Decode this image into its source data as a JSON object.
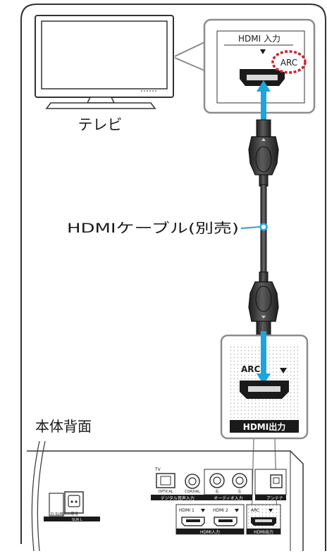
{
  "labels": {
    "tv": "テレビ",
    "cable": "HDMIケーブル(別売)",
    "unit_rear": "本体背面",
    "tv_hdmi_input": "HDMI 入力",
    "arc": "ARC",
    "hdmi_output": "HDMI出力"
  },
  "rear_panel": {
    "tv_mark": "TV",
    "optical": "OPTICAL",
    "coaxial": "COAXIAL",
    "digital_audio_input": "デジタル音声入力",
    "right": "右",
    "left": "左",
    "audio_input": "オーディオ入力",
    "antenna": "アンテナ",
    "hdmi1": "HDMI 1",
    "hdmi2": "HDMI 2",
    "hdmi_input": "HDMI入力",
    "arc": "ARC",
    "hdmi_output": "HDMI出力",
    "dsub_dedicated": "D-SUB300専用",
    "sur_l": "SUR L"
  },
  "colors": {
    "accent_blue": "#1ea4dc",
    "arc_red": "#d2232a",
    "panel_gray": "#8c8c8c",
    "dark": "#1a1a1a"
  }
}
